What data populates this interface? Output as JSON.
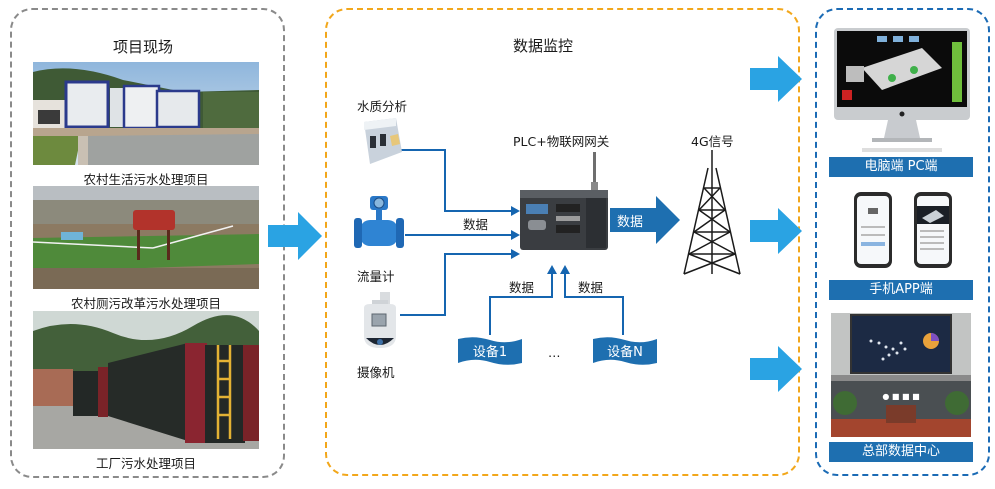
{
  "left_panel": {
    "title": "项目现场",
    "projects": [
      {
        "caption": "农村生活污水处理项目",
        "photo": "container-sewage-plant-photo"
      },
      {
        "caption": "农村厕污改革污水处理项目",
        "photo": "rural-toilet-sewage-site-photo"
      },
      {
        "caption": "工厂污水处理项目",
        "photo": "factory-sewage-tanks-photo"
      }
    ]
  },
  "mid_panel": {
    "title": "数据监控",
    "sensors": [
      {
        "label": "水质分析",
        "icon": "water-quality-analyzer-icon"
      },
      {
        "label": "流量计",
        "icon": "flowmeter-icon"
      },
      {
        "label": "摄像机",
        "icon": "camera-icon"
      }
    ],
    "gateway_label": "PLC+物联网网关",
    "data_label_sensors": "数据",
    "data_label_dev1": "数据",
    "data_label_devN": "数据",
    "arrow_label": "数据",
    "tower_label": "4G信号",
    "devices": [
      "设备1",
      "…",
      "设备N"
    ]
  },
  "right_panel": {
    "endpoints": [
      {
        "label": "电脑端 PC端",
        "image": "pc-monitor-image"
      },
      {
        "label": "手机APP端",
        "image": "mobile-app-image"
      },
      {
        "label": "总部数据中心",
        "image": "hq-data-center-image"
      }
    ]
  },
  "colors": {
    "arrow_light_blue": "#2aa3e3",
    "label_blue": "#1e6fb0",
    "line_blue": "#1565b0",
    "panel_gray": "#8a8a8a",
    "panel_orange": "#f2a71b",
    "panel_blue": "#1b6bb5"
  }
}
